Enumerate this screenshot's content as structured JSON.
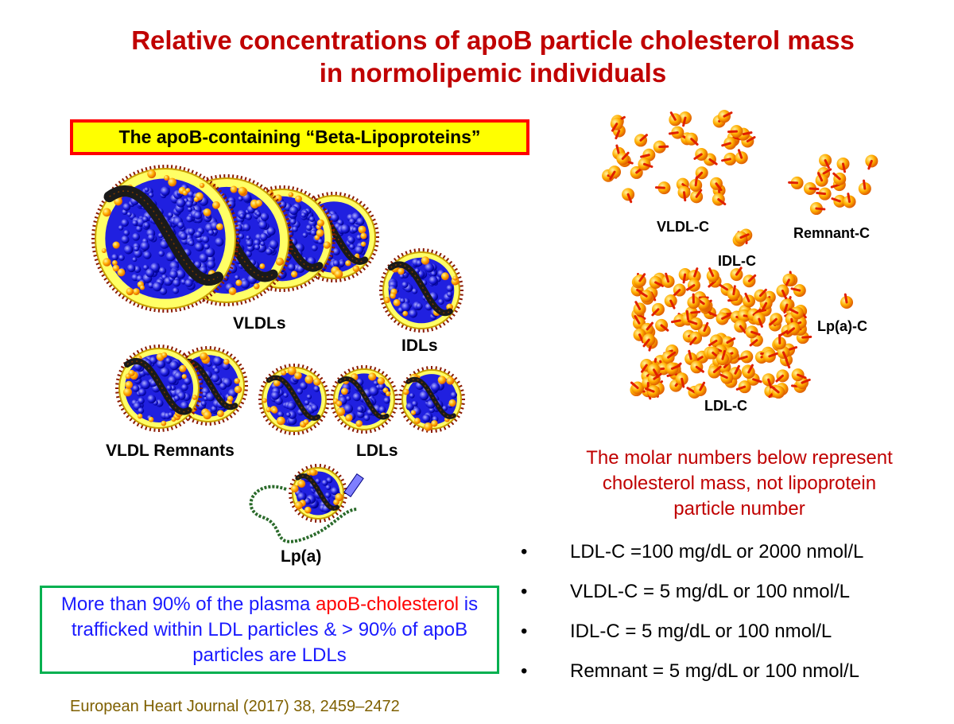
{
  "title": {
    "line1": "Relative concentrations of apoB particle cholesterol mass",
    "line2": "in normolipemic individuals"
  },
  "beta_box": {
    "label": "The apoB-containing “Beta-Lipoproteins”"
  },
  "particles": {
    "vldls": "VLDLs",
    "idls": "IDLs",
    "vldl_remnants": "VLDL Remnants",
    "ldls": "LDLs",
    "lpa": "Lp(a)"
  },
  "cholesterol_labels": {
    "vldl_c": "VLDL-C",
    "idl_c": "IDL-C",
    "remnant_c": "Remnant-C",
    "lpa_c": "Lp(a)-C",
    "ldl_c": "LDL-C"
  },
  "note": {
    "line1": "The molar numbers below represent",
    "line2": "cholesterol mass, not lipoprotein",
    "line3": "particle number"
  },
  "bullets": [
    {
      "symbol": "•",
      "text": "LDL-C =100 mg/dL or 2000 nmol/L"
    },
    {
      "symbol": "•",
      "text": "VLDL-C = 5 mg/dL or 100 nmol/L"
    },
    {
      "symbol": "•",
      "text": "IDL-C = 5 mg/dL or 100 nmol/L"
    },
    {
      "symbol": "•",
      "text": "Remnant = 5 mg/dL or 100 nmol/L"
    }
  ],
  "summary": {
    "part1": "More than 90% of the plasma ",
    "part2": "apoB-cholesterol",
    "part3": " is trafficked within LDL particles & > 90% of apoB particles are LDLs"
  },
  "citation": "European Heart Journal (2017) 38, 2459–2472",
  "colors": {
    "title": "#c00000",
    "particle_yellow": "#ffff66",
    "core_blue": "#2020e0",
    "apoB_black": "#1a1a1a",
    "cholesterol_orange": "#ffa500",
    "box_border_red": "#ff0000",
    "box_fill_yellow": "#ffff00",
    "box_border_green": "#00b050"
  }
}
